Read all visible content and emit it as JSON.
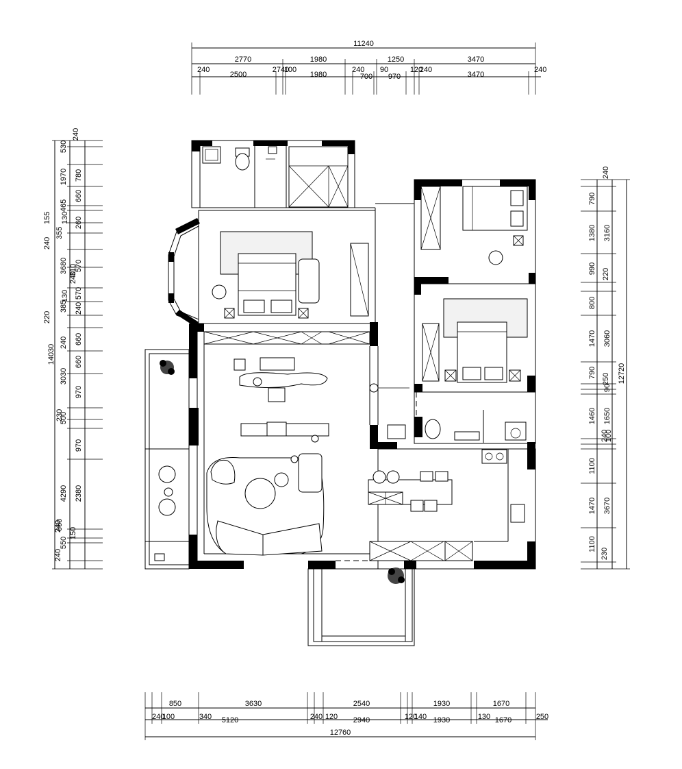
{
  "plan": {
    "top_dims": {
      "overall": "11240",
      "row1": [
        "2770",
        "1980",
        "1250",
        "3470"
      ],
      "row2": [
        "240",
        "2500",
        "2740",
        "100",
        "1980",
        "240",
        "700",
        "90",
        "970",
        "120",
        "240",
        "3470",
        "240"
      ]
    },
    "bottom_dims": {
      "overall": "12760",
      "row1": [
        "850",
        "3630",
        "2540",
        "1930",
        "1670"
      ],
      "row2": [
        "240",
        "100",
        "340",
        "5120",
        "240",
        "120",
        "2940",
        "120",
        "140",
        "1930",
        "130",
        "1670",
        "250"
      ]
    },
    "left_dims": {
      "overall": "14030",
      "col1": [
        "155",
        "240",
        "3680",
        "220",
        "3030",
        "4290",
        "240"
      ],
      "col2": [
        "530",
        "1970",
        "465",
        "130",
        "355",
        "310",
        "385",
        "130",
        "240",
        "660",
        "230",
        "550"
      ],
      "col3": [
        "240",
        "780",
        "660",
        "260",
        "570",
        "240",
        "570",
        "240",
        "660",
        "660",
        "970",
        "500",
        "970",
        "2380",
        "240",
        "150"
      ]
    },
    "right_dims": {
      "overall": "12720",
      "col1": [
        "790",
        "1380",
        "990",
        "800",
        "1470",
        "790",
        "1460",
        "1100",
        "1470",
        "1100",
        "230"
      ],
      "col2": [
        "240",
        "3160",
        "220",
        "3060",
        "250",
        "90",
        "1650",
        "240",
        "100",
        "3670"
      ]
    }
  }
}
